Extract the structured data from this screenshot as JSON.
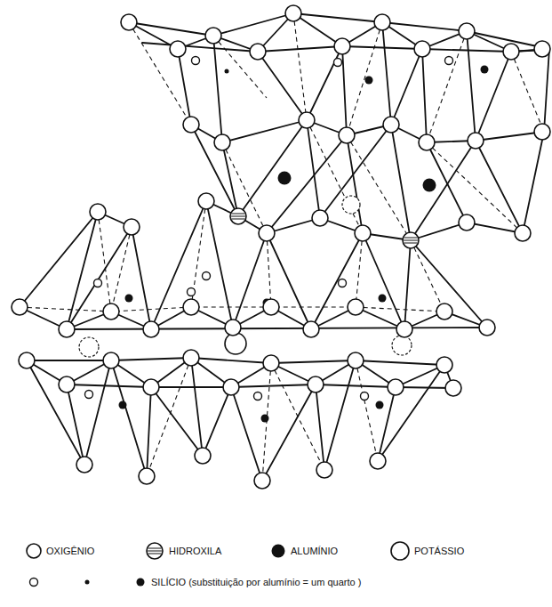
{
  "diagram": {
    "legend": [
      {
        "text": "OXIGÊNIO"
      },
      {
        "text": "HIDROXILA"
      },
      {
        "text": "ALUMÍNIO"
      },
      {
        "text": "POTÁSSIO"
      },
      {
        "text": "SILÍCIO (substituição por alumínio = um quarto )"
      }
    ]
  }
}
